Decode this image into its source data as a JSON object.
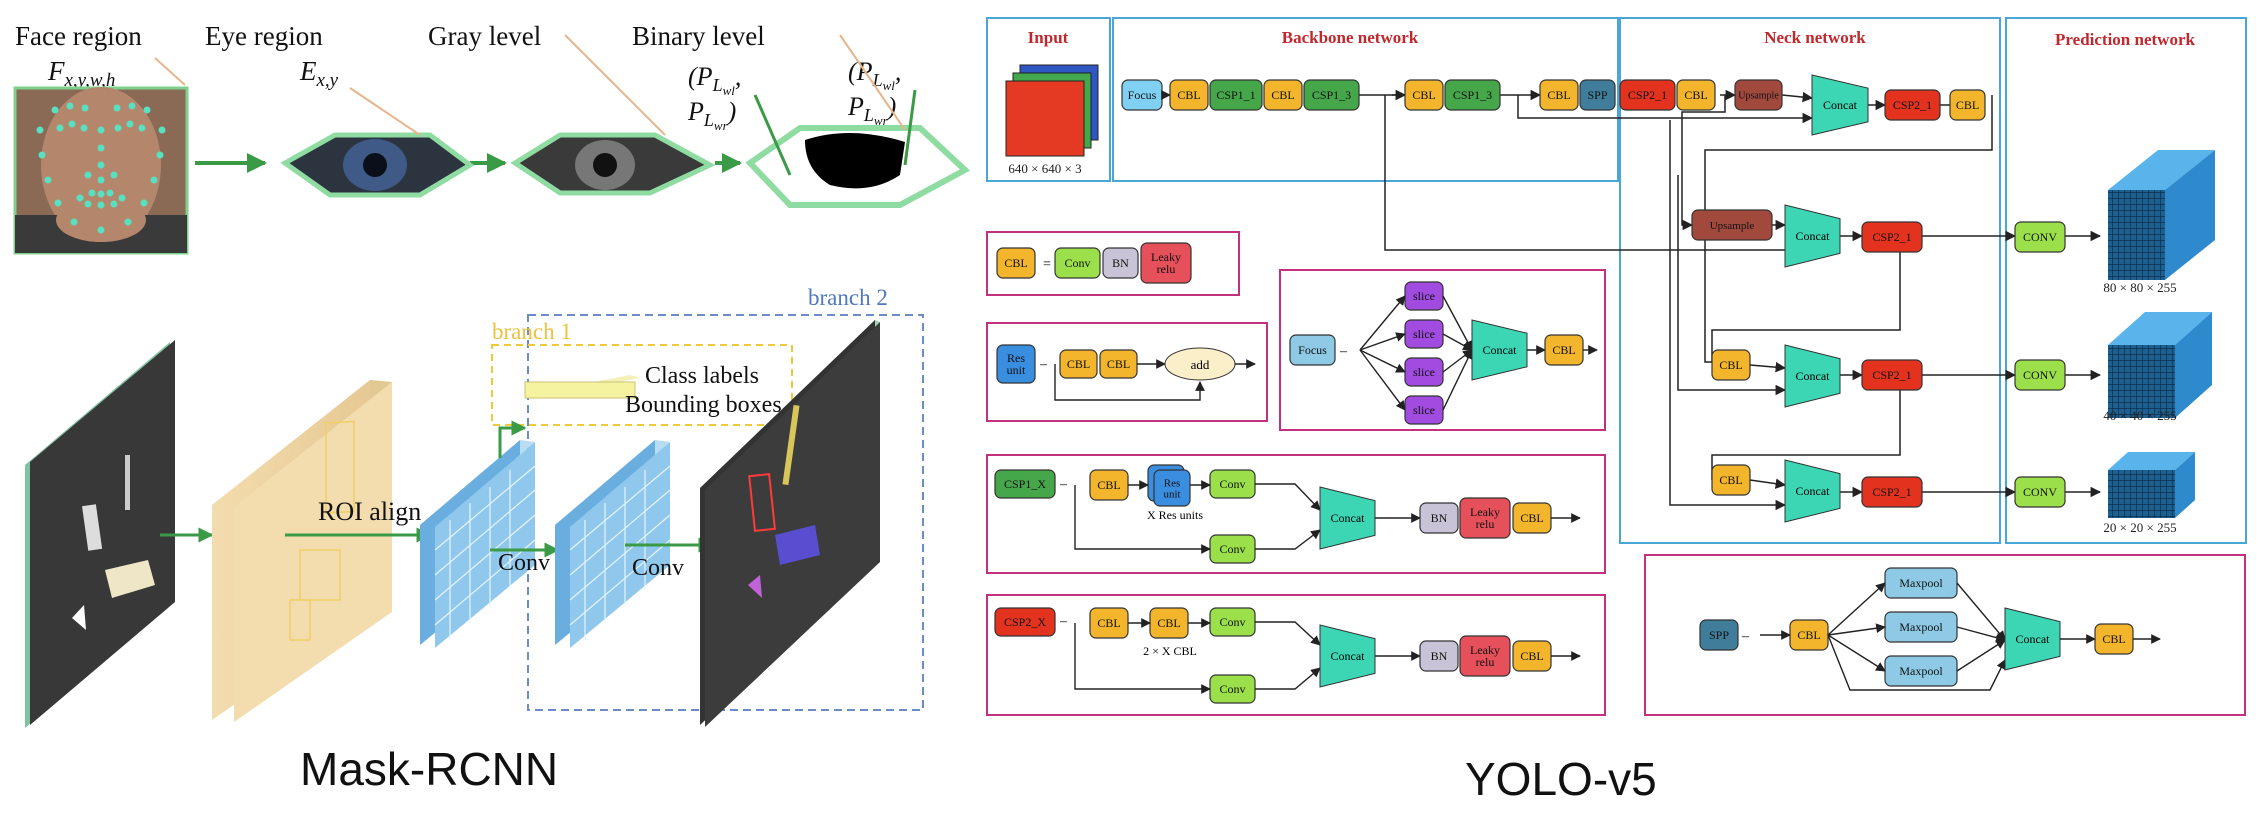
{
  "eye_pipeline": {
    "face_label": "Face region",
    "face_var": "F",
    "face_sub": "x,y,w,h",
    "eye_label": "Eye region",
    "eye_var": "E",
    "eye_sub": "x,y",
    "gray_label": "Gray level",
    "binary_label": "Binary level",
    "p_var": "P",
    "p_wl": "L",
    "p_wl_sub": "wl",
    "p_wr": "L",
    "p_wr_sub": "wr",
    "open_paren": "(",
    "comma": ",",
    "close_paren": ")"
  },
  "mask_rcnn": {
    "title": "Mask-RCNN",
    "branch1": "branch 1",
    "branch2": "branch 2",
    "class_labels": "Class labels",
    "bounding_boxes": "Bounding boxes",
    "roi_align": "ROI align",
    "conv1": "Conv",
    "conv2": "Conv"
  },
  "yolo": {
    "title": "YOLO-v5",
    "sections": {
      "input": "Input",
      "backbone": "Backbone network",
      "neck": "Neck network",
      "prediction": "Prediction network"
    },
    "input_size": "640 × 640 × 3",
    "blocks": {
      "focus": "Focus",
      "cbl": "CBL",
      "csp1_1": "CSP1_1",
      "csp1_3": "CSP1_3",
      "spp": "SPP",
      "csp2_1": "CSP2_1",
      "upsample": "Upsample",
      "concat": "Concat",
      "conv_out": "CONV"
    },
    "outputs": [
      "80 × 80 × 255",
      "40 × 40 × 255",
      "20 × 20 × 255"
    ],
    "legend": {
      "cbl": "CBL",
      "eq": "=",
      "conv": "Conv",
      "bn": "BN",
      "leaky": "Leaky",
      "relu": "relu",
      "res": "Res",
      "unit": "unit",
      "add": "add",
      "focus": "Focus",
      "slice": "slice",
      "concat": "Concat",
      "csp1_x": "CSP1_X",
      "csp2_x": "CSP2_X",
      "x_res_units": "X Res units",
      "two_x_cbl": "2 × X CBL",
      "spp": "SPP",
      "maxpool": "Maxpool",
      "dash": "–"
    }
  }
}
